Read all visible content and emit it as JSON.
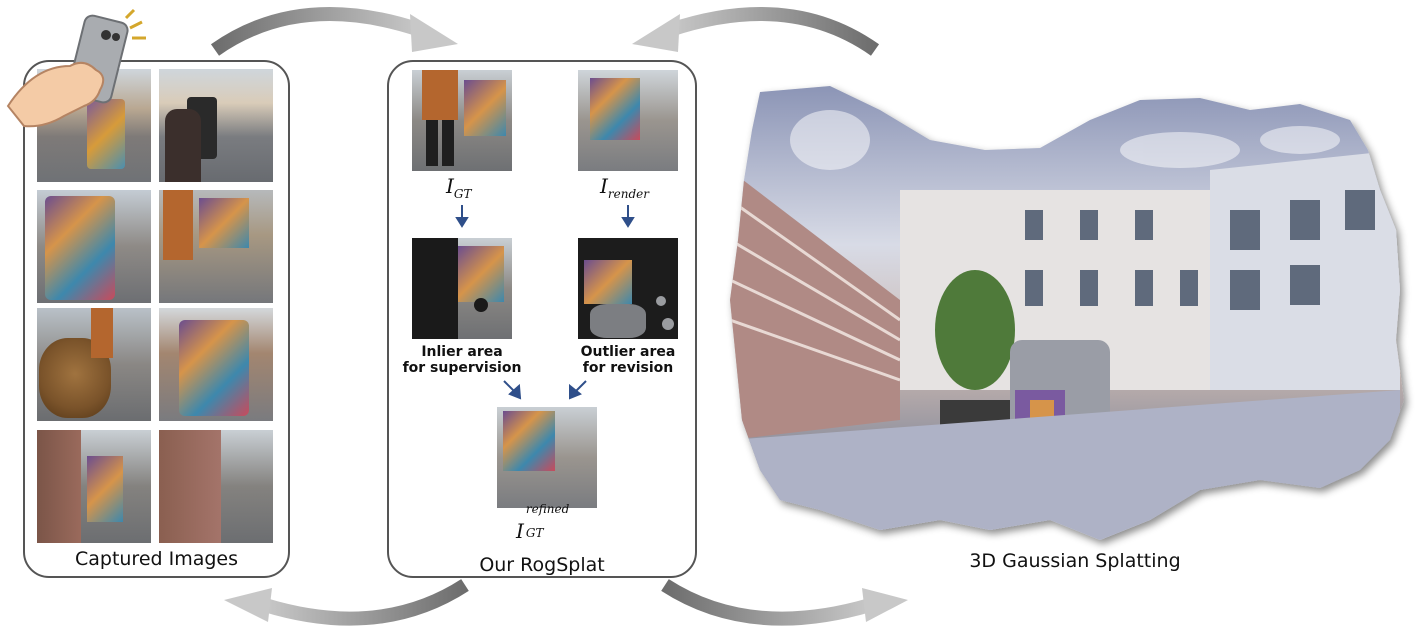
{
  "captions": {
    "captured": "Captured Images",
    "rogsplat": "Our RogSplat",
    "gaussian": "3D Gaussian Splatting"
  },
  "labels": {
    "i_gt_base": "I",
    "i_gt_sub": "GT",
    "i_render_base": "I",
    "i_render_sub": "render",
    "i_refined_base": "I",
    "i_refined_sub": "GT",
    "i_refined_sup": "refined"
  },
  "notes": {
    "inlier_line1": "Inlier area",
    "inlier_line2": "for supervision",
    "outlier_line1": "Outlier area",
    "outlier_line2": "for revision"
  },
  "colors": {
    "arrow_gray": "#9a9a9a",
    "small_arrow": "#2f4f8a",
    "panel_border": "#555555"
  },
  "icons": [
    "phone-icon",
    "hand-icon",
    "camera-flash-icon"
  ]
}
